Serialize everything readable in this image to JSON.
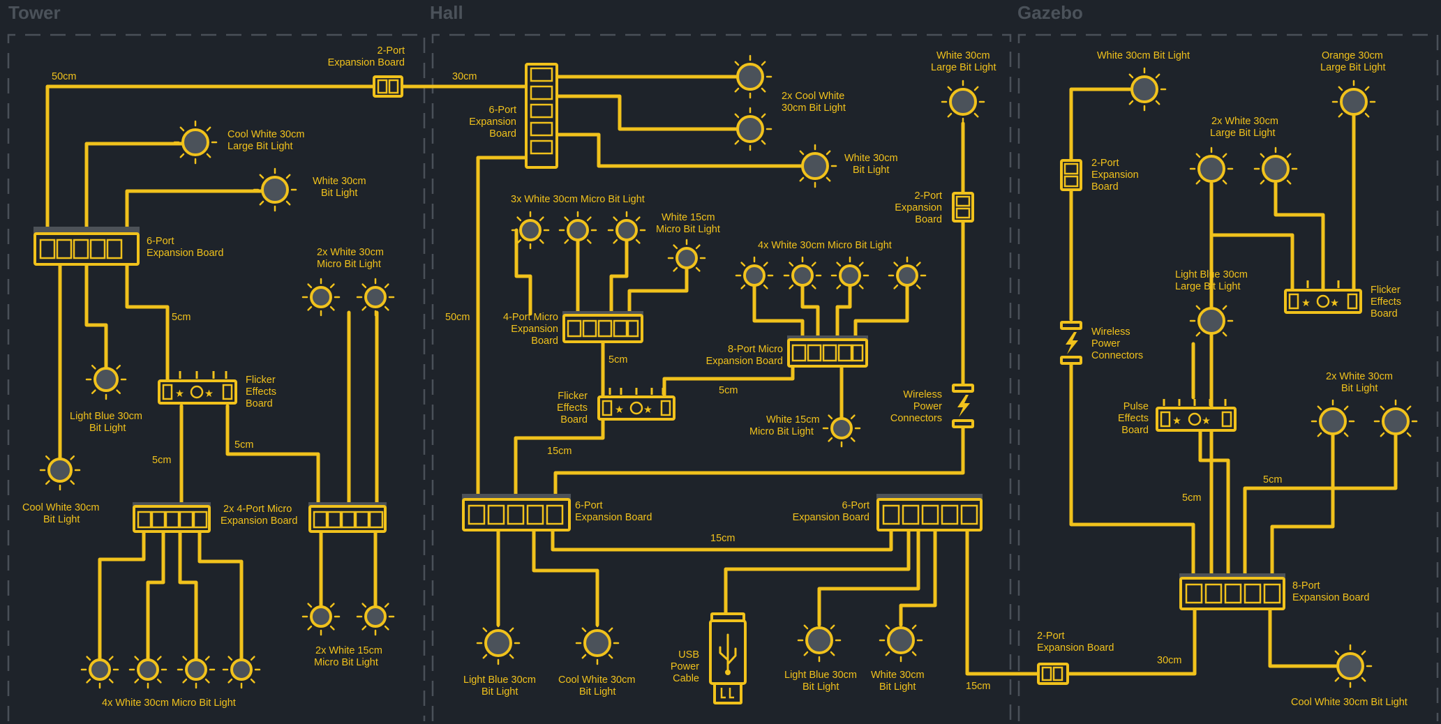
{
  "zones": {
    "tower": "Tower",
    "hall": "Hall",
    "gazebo": "Gazebo"
  },
  "labels": {
    "t_expansion_2port": [
      "2-Port",
      "Expansion Board"
    ],
    "t_50cm": "50cm",
    "t_cool_white_large": [
      "Cool White 30cm",
      "Large Bit Light"
    ],
    "t_white_30cm": [
      "White 30cm",
      "Bit Light"
    ],
    "t_6port": [
      "6-Port",
      "Expansion Board"
    ],
    "t_2x_white_micro": [
      "2x White 30cm",
      "Micro Bit Light"
    ],
    "t_5cm_a": "5cm",
    "t_flicker": [
      "Flicker",
      "Effects",
      "Board"
    ],
    "t_light_blue": [
      "Light Blue 30cm",
      "Bit Light"
    ],
    "t_cool_white": [
      "Cool White 30cm",
      "Bit Light"
    ],
    "t_5cm_b": "5cm",
    "t_5cm_c": "5cm",
    "t_2x_4port": [
      "2x 4-Port Micro",
      "Expansion Board"
    ],
    "t_2x_white_15": [
      "2x White 15cm",
      "Micro Bit Light"
    ],
    "t_4x_white_micro": "4x White 30cm Micro Bit Light",
    "h_30cm": "30cm",
    "h_6port_top": [
      "6-Port",
      "Expansion",
      "Board"
    ],
    "h_2x_cool_white": [
      "2x Cool White",
      "30cm Bit Light"
    ],
    "h_white_30cm": [
      "White 30cm",
      "Bit Light"
    ],
    "h_3x_white_micro": "3x White 30cm Micro Bit Light",
    "h_white_15_a": [
      "White 15cm",
      "Micro Bit Light"
    ],
    "h_4x_white_micro": "4x White 30cm Micro Bit Light",
    "h_50cm": "50cm",
    "h_4port_micro": [
      "4-Port Micro",
      "Expansion",
      "Board"
    ],
    "h_5cm": "5cm",
    "h_8port_micro": [
      "8-Port Micro",
      "Expansion Board"
    ],
    "h_5cm_b": "5cm",
    "h_flicker": [
      "Flicker",
      "Effects",
      "Board"
    ],
    "h_white_15_b": [
      "White 15cm",
      "Micro Bit Light"
    ],
    "h_15cm": "15cm",
    "h_6port_left": [
      "6-Port",
      "Expansion Board"
    ],
    "h_6port_right": [
      "6-Port",
      "Expansion Board"
    ],
    "h_15cm_b": "15cm",
    "h_white_30_large": [
      "White 30cm",
      "Large Bit Light"
    ],
    "h_2port": [
      "2-Port",
      "Expansion",
      "Board"
    ],
    "h_wireless": [
      "Wireless",
      "Power",
      "Connectors"
    ],
    "h_light_blue": [
      "Light Blue 30cm",
      "Bit Light"
    ],
    "h_cool_white": [
      "Cool White 30cm",
      "Bit Light"
    ],
    "h_usb": [
      "USB",
      "Power",
      "Cable"
    ],
    "h_light_blue_b": [
      "Light Blue 30cm",
      "Bit Light"
    ],
    "h_white_30_b": [
      "White 30cm",
      "Bit Light"
    ],
    "h_15cm_c": "15cm",
    "g_white_30": "White 30cm Bit Light",
    "g_orange": [
      "Orange 30cm",
      "Large Bit Light"
    ],
    "g_2port": [
      "2-Port",
      "Expansion",
      "Board"
    ],
    "g_2x_white_large": [
      "2x White 30cm",
      "Large Bit Light"
    ],
    "g_light_blue_large": [
      "Light Blue 30cm",
      "Large Bit Light"
    ],
    "g_flicker": [
      "Flicker",
      "Effects",
      "Board"
    ],
    "g_wireless": [
      "Wireless",
      "Power",
      "Connectors"
    ],
    "g_pulse": [
      "Pulse",
      "Effects",
      "Board"
    ],
    "g_2x_white_30": [
      "2x White 30cm",
      "Bit Light"
    ],
    "g_5cm_a": "5cm",
    "g_5cm_b": "5cm",
    "g_8port": [
      "8-Port",
      "Expansion Board"
    ],
    "g_2port_bottom": [
      "2-Port",
      "Expansion Board"
    ],
    "g_30cm": "30cm",
    "g_cool_white": "Cool White 30cm Bit Light"
  },
  "colors": {
    "background": "#1e232a",
    "wire": "#f1c21c",
    "frame": "#4a5058",
    "bulb_fill": "#4b525a"
  },
  "icons": [
    "bit-light-icon",
    "expansion-board-icon",
    "flicker-effects-board-icon",
    "pulse-effects-board-icon",
    "wireless-power-connector-icon",
    "usb-power-cable-icon"
  ]
}
